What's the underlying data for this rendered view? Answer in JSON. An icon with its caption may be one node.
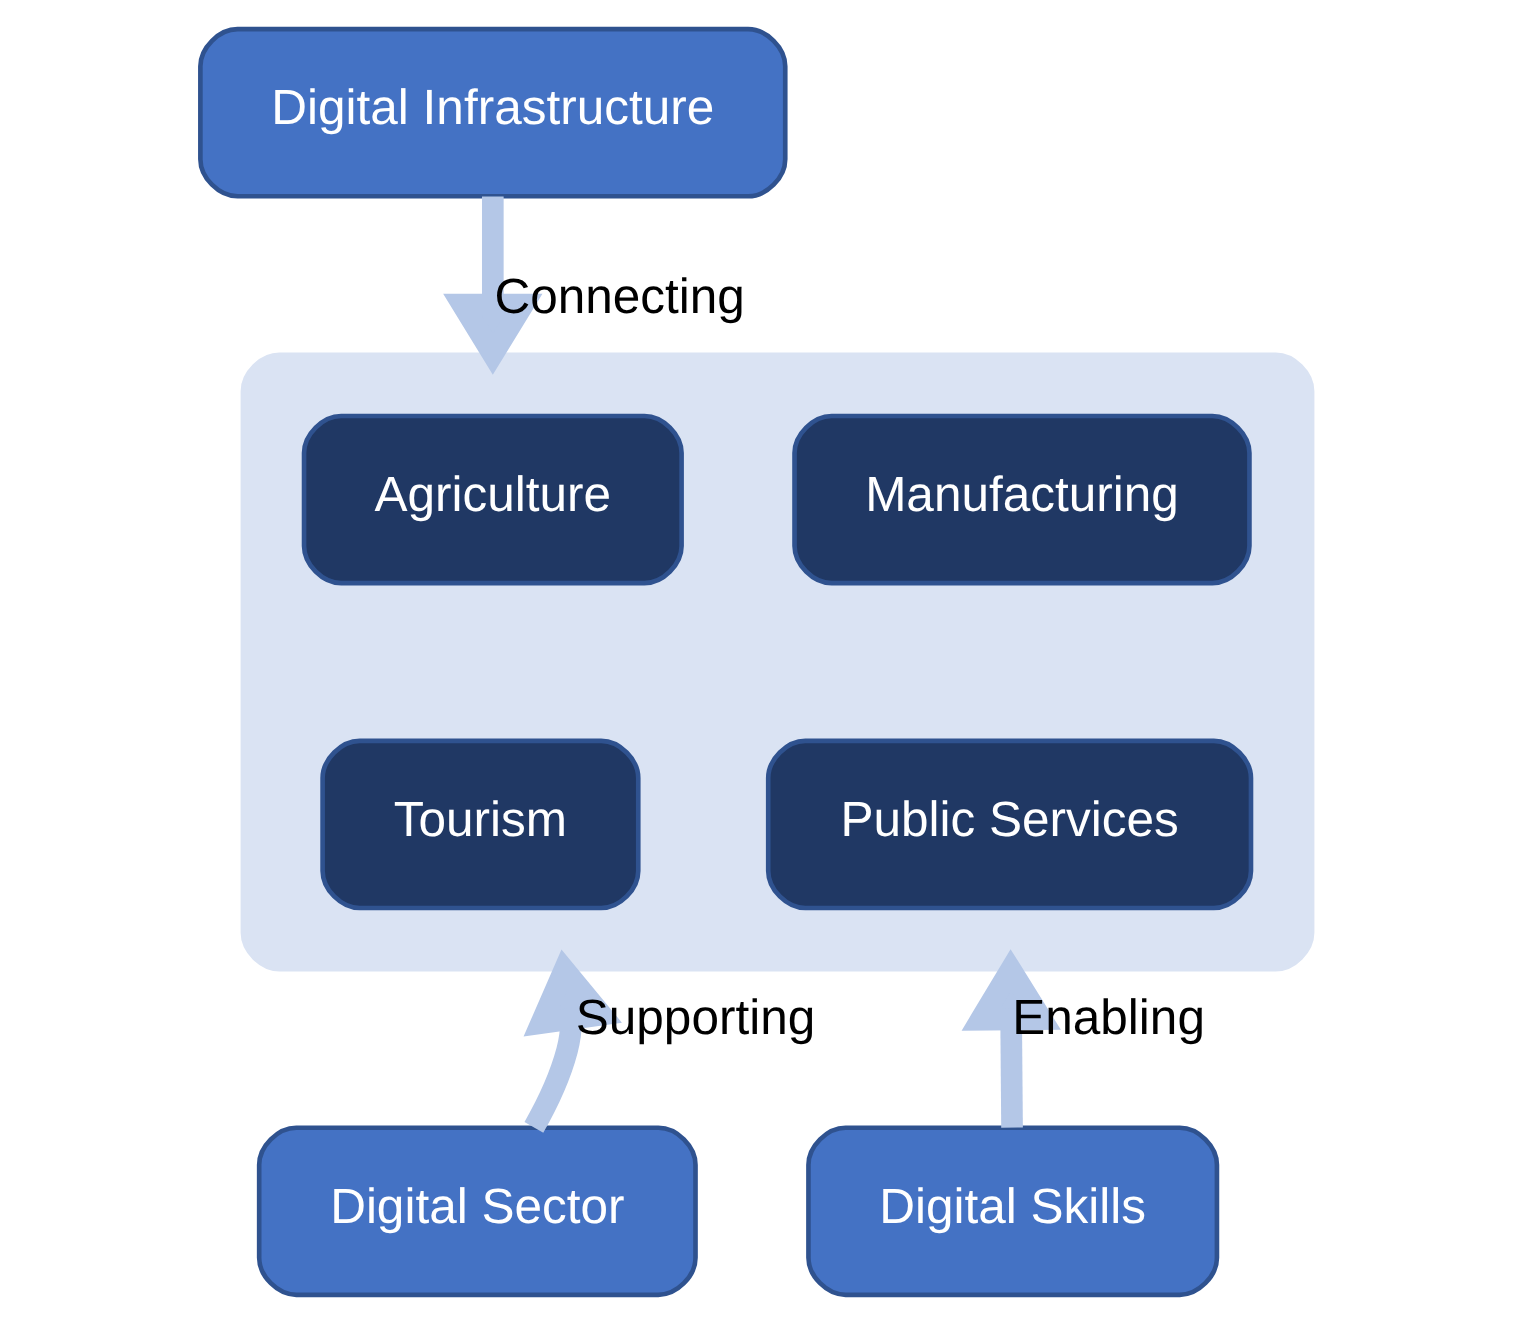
{
  "diagram": {
    "nodes": [
      {
        "text": [
          "Digital Infrastructure"
        ]
      },
      {
        "text": [],
        "shape": "box"
      },
      {
        "text": [
          "Agriculture"
        ],
        "in": 1
      },
      {
        "text": [
          "Manufacturing"
        ],
        "in": 1
      },
      {
        "text": [
          "Tourism"
        ],
        "in": 1
      },
      {
        "text": [
          "Public Services"
        ],
        "in": 1
      },
      {
        "text": [
          "Digital Sector"
        ]
      },
      {
        "text": [
          "Digital Skills"
        ]
      }
    ],
    "edges": [
      {
        "from": 0,
        "to": 1,
        "arrow": "to",
        "label": "Connecting"
      },
      {
        "from": 6,
        "to": 1,
        "arrow": "to",
        "label": "Supporting"
      },
      {
        "from": 7,
        "to": 1,
        "arrow": "to",
        "label": "Enabling"
      }
    ]
  }
}
